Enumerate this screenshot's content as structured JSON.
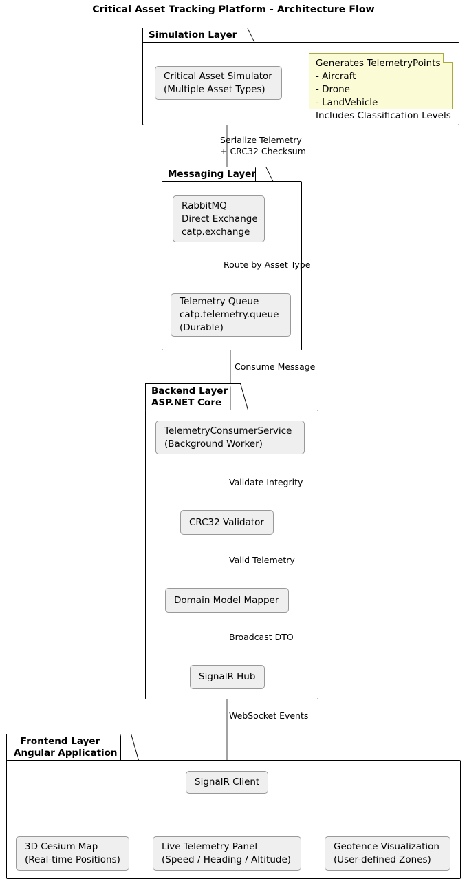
{
  "title": "Critical Asset Tracking Platform - Architecture Flow",
  "colors": {
    "node_fill": "#efefef",
    "node_border": "#999999",
    "package_border": "#000000",
    "note_fill": "#fbfbd5",
    "note_border": "#a9a942",
    "arrow": "#555555",
    "background": "#ffffff"
  },
  "packages": [
    {
      "id": "simulation",
      "tab_lines": [
        "Simulation Layer"
      ]
    },
    {
      "id": "messaging",
      "tab_lines": [
        "Messaging Layer"
      ]
    },
    {
      "id": "backend",
      "tab_lines": [
        "Backend Layer",
        "ASP.NET Core"
      ]
    },
    {
      "id": "frontend",
      "tab_lines": [
        "Frontend Layer",
        "Angular Application"
      ]
    }
  ],
  "nodes": {
    "simulator": [
      "Critical Asset Simulator",
      "(Multiple Asset Types)"
    ],
    "rabbitmq": [
      "RabbitMQ",
      "Direct Exchange",
      "catp.exchange"
    ],
    "queue": [
      "Telemetry Queue",
      "catp.telemetry.queue",
      "(Durable)"
    ],
    "consumer": [
      "TelemetryConsumerService",
      "(Background Worker)"
    ],
    "crc_validator": [
      "CRC32 Validator"
    ],
    "mapper": [
      "Domain Model Mapper"
    ],
    "signalr_hub": [
      "SignalR Hub"
    ],
    "signalr_client": [
      "SignalR Client"
    ],
    "cesium_map": [
      "3D Cesium Map",
      "(Real-time Positions)"
    ],
    "telemetry_panel": [
      "Live Telemetry Panel",
      "(Speed / Heading / Altitude)"
    ],
    "geofence": [
      "Geofence Visualization",
      "(User-defined Zones)"
    ]
  },
  "note": {
    "lines": [
      "Generates TelemetryPoints",
      "- Aircraft",
      "- Drone",
      "- LandVehicle",
      "Includes Classification Levels"
    ]
  },
  "edges": {
    "serialize": [
      "Serialize Telemetry",
      "+ CRC32 Checksum"
    ],
    "route": [
      "Route by Asset Type"
    ],
    "consume": [
      "Consume Message"
    ],
    "validate": [
      "Validate Integrity"
    ],
    "valid_telemetry": [
      "Valid Telemetry"
    ],
    "broadcast": [
      "Broadcast DTO"
    ],
    "websocket": [
      "WebSocket Events"
    ]
  }
}
